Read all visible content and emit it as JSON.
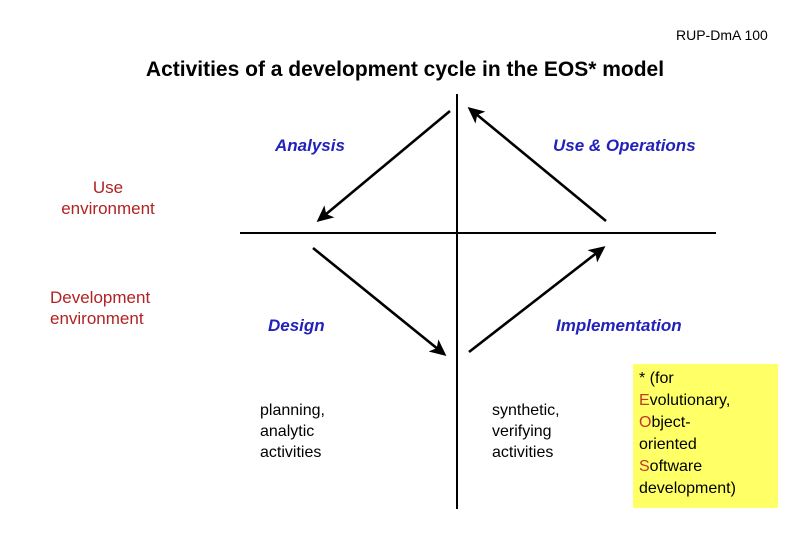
{
  "header": {
    "doc_code": "RUP-DmA 100"
  },
  "title": "Activities of a development cycle in the EOS* model",
  "diagram": {
    "type": "four-quadrant-cycle",
    "axis_color": "#000000",
    "quadrant_labels": {
      "top_left": "Analysis",
      "top_right": "Use & Operations",
      "bottom_left": "Design",
      "bottom_right": "Implementation"
    },
    "quadrant_label_color": "#2222bb",
    "environment_labels": {
      "upper": "Use\nenvironment",
      "upper_line1": "Use",
      "upper_line2": "environment",
      "lower_line1": "Development",
      "lower_line2": "environment"
    },
    "environment_label_color": "#b22222",
    "notes": {
      "left_line1": "planning,",
      "left_line2": "analytic",
      "left_line3": "activities",
      "right_line1": "synthetic,",
      "right_line2": "verifying",
      "right_line3": "activities"
    },
    "arrows": [
      {
        "name": "analysis-arrow",
        "from_quadrant": "top-right-origin",
        "to_quadrant": "top-left",
        "direction": "down-left"
      },
      {
        "name": "use-operations-arrow",
        "from_quadrant": "top-right",
        "to_quadrant": "axis-top",
        "direction": "up-left"
      },
      {
        "name": "design-arrow",
        "from_quadrant": "bottom-left",
        "to_quadrant": "axis-bottom",
        "direction": "down-right"
      },
      {
        "name": "implementation-arrow",
        "from_quadrant": "axis-bottom",
        "to_quadrant": "bottom-right",
        "direction": "up-right"
      }
    ]
  },
  "legend": {
    "background_color": "#ffff66",
    "highlight_color": "#c0392b",
    "line1_text": "* (for",
    "line2_initial": "E",
    "line2_rest": "volutionary,",
    "line3_initial": "O",
    "line3_rest": "bject-",
    "line4_text": "oriented",
    "line5_initial": "S",
    "line5_rest": "oftware",
    "line6_text": "development)"
  }
}
